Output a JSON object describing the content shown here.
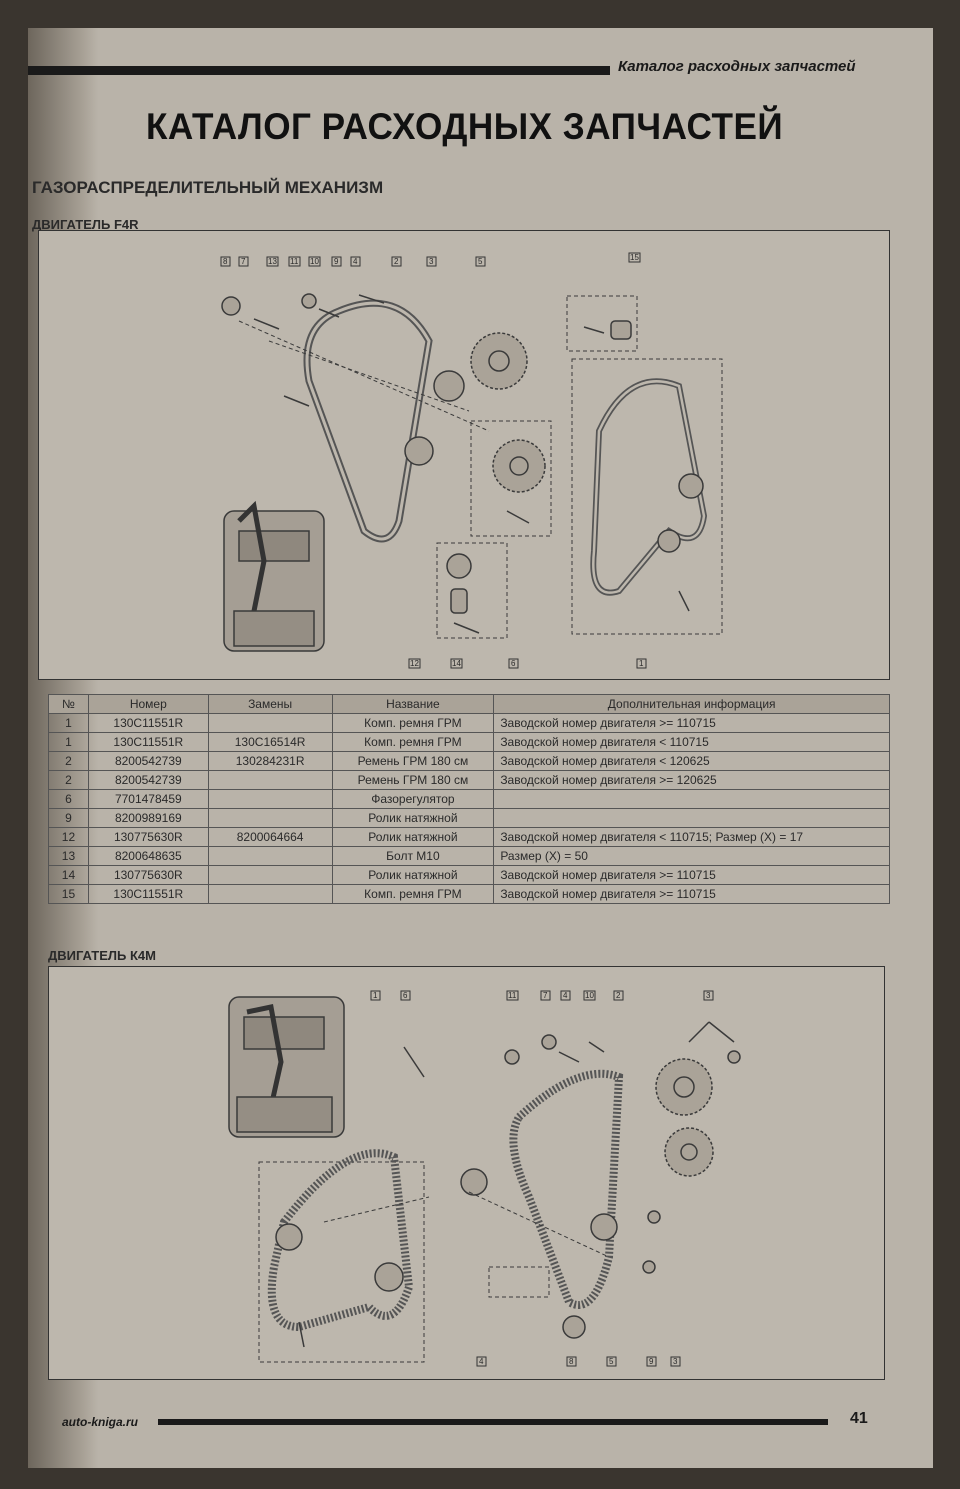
{
  "header": {
    "running_title": "Каталог расходных запчастей"
  },
  "page_title": "КАТАЛОГ РАСХОДНЫХ ЗАПЧАСТЕЙ",
  "section_title": "ГАЗОРАСПРЕДЕЛИТЕЛЬНЫЙ МЕХАНИЗМ",
  "engine_f4r": {
    "label": "ДВИГАТЕЛЬ F4R",
    "callouts_top": [
      "8",
      "7",
      "13",
      "11",
      "10",
      "9",
      "4",
      "2",
      "3",
      "5",
      "15"
    ],
    "callouts_bottom": [
      "12",
      "14",
      "6",
      "1"
    ]
  },
  "table": {
    "headers": [
      "№",
      "Номер",
      "Замены",
      "Название",
      "Дополнительная информация"
    ],
    "rows": [
      [
        "1",
        "130C11551R",
        "",
        "Комп. ремня ГРМ",
        "Заводской номер двигателя >= 110715"
      ],
      [
        "1",
        "130C11551R",
        "130C16514R",
        "Комп. ремня ГРМ",
        "Заводской номер двигателя < 110715"
      ],
      [
        "2",
        "8200542739",
        "130284231R",
        "Ремень ГРМ 180 см",
        "Заводской номер двигателя < 120625"
      ],
      [
        "2",
        "8200542739",
        "",
        "Ремень ГРМ 180 см",
        "Заводской номер двигателя >= 120625"
      ],
      [
        "6",
        "7701478459",
        "",
        "Фазорегулятор",
        ""
      ],
      [
        "9",
        "8200989169",
        "",
        "Ролик натяжной",
        ""
      ],
      [
        "12",
        "130775630R",
        "8200064664",
        "Ролик натяжной",
        "Заводской номер двигателя < 110715; Размер (X) = 17"
      ],
      [
        "13",
        "8200648635",
        "",
        "Болт М10",
        "Размер (X) = 50"
      ],
      [
        "14",
        "130775630R",
        "",
        "Ролик натяжной",
        "Заводской номер двигателя >= 110715"
      ],
      [
        "15",
        "130C11551R",
        "",
        "Комп. ремня ГРМ",
        "Заводской номер двигателя >= 110715"
      ]
    ]
  },
  "engine_k4m": {
    "label": "ДВИГАТЕЛЬ К4М",
    "callouts_top": [
      "1",
      "6",
      "11",
      "7",
      "4",
      "10",
      "2",
      "3"
    ],
    "callouts_bottom": [
      "4",
      "8",
      "5",
      "9",
      "3"
    ]
  },
  "footer": {
    "site": "auto-kniga.ru",
    "page_number": "41"
  }
}
